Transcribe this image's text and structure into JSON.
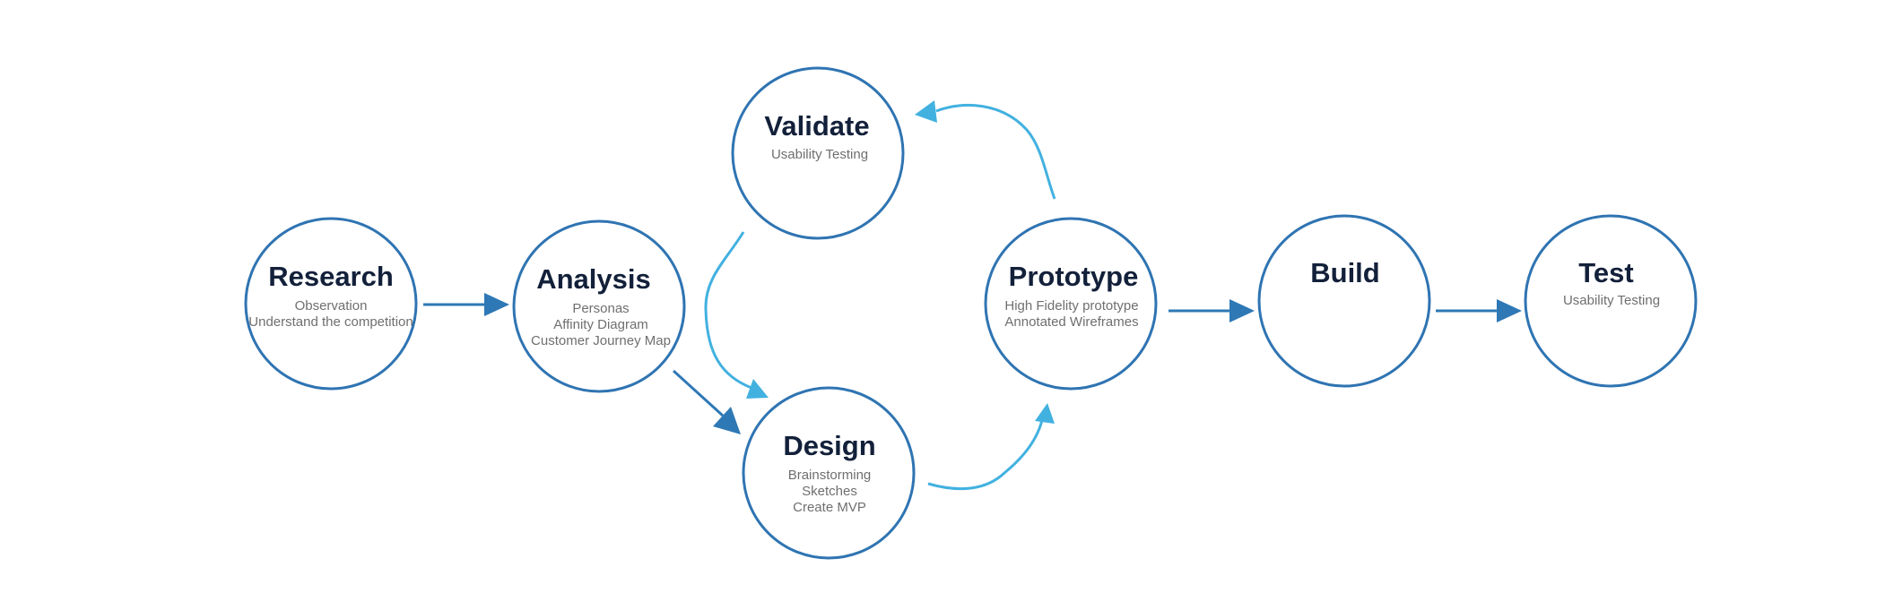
{
  "diagram": {
    "nodes": {
      "research": {
        "title": "Research",
        "lines": [
          "Observation",
          "Understand the competition"
        ]
      },
      "analysis": {
        "title": "Analysis",
        "lines": [
          "Personas",
          "Affinity Diagram",
          "Customer Journey Map"
        ]
      },
      "validate": {
        "title": "Validate",
        "lines": [
          "Usability Testing"
        ]
      },
      "design": {
        "title": "Design",
        "lines": [
          "Brainstorming",
          "Sketches",
          "Create MVP"
        ]
      },
      "prototype": {
        "title": "Prototype",
        "lines": [
          "High Fidelity prototype",
          "Annotated Wireframes"
        ]
      },
      "build": {
        "title": "Build",
        "lines": []
      },
      "test": {
        "title": "Test",
        "lines": [
          "Usability Testing"
        ]
      }
    },
    "colors": {
      "circle_stroke": "#2f74b2",
      "arrow_primary": "#2e78b5",
      "arrow_feedback": "#42b1e0",
      "title_text": "#13203a",
      "subtitle_text": "#6f6f6f"
    }
  }
}
